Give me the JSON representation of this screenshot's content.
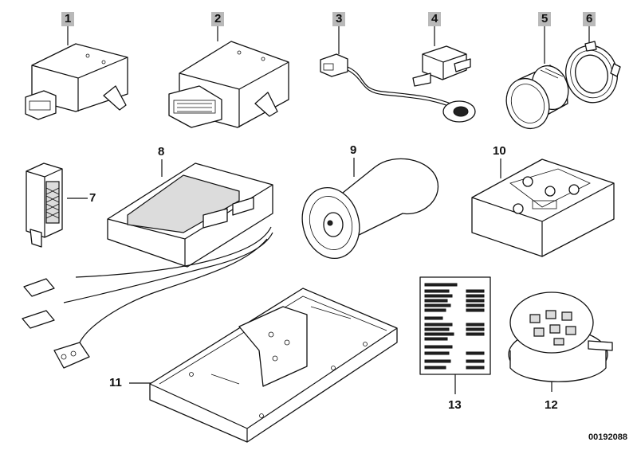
{
  "diagram": {
    "parts": [
      {
        "id": "part-1",
        "label": "1"
      },
      {
        "id": "part-2",
        "label": "2"
      },
      {
        "id": "part-3",
        "label": "3"
      },
      {
        "id": "part-4",
        "label": "4"
      },
      {
        "id": "part-5",
        "label": "5"
      },
      {
        "id": "part-6",
        "label": "6"
      },
      {
        "id": "part-7",
        "label": "7"
      },
      {
        "id": "part-8",
        "label": "8"
      },
      {
        "id": "part-9",
        "label": "9"
      },
      {
        "id": "part-10",
        "label": "10"
      },
      {
        "id": "part-11",
        "label": "11"
      },
      {
        "id": "part-12",
        "label": "12"
      },
      {
        "id": "part-13",
        "label": "13"
      }
    ],
    "drawing_code": "00192088"
  }
}
